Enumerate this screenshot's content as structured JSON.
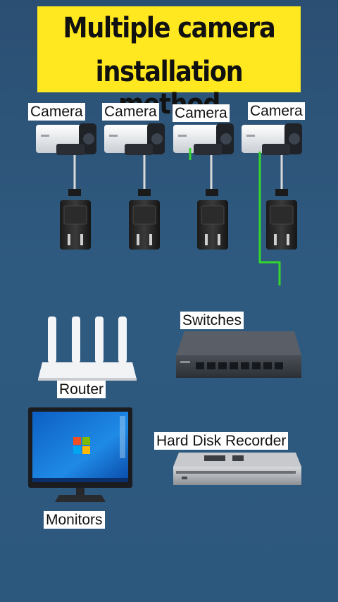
{
  "title": {
    "line1": "Multiple camera",
    "line2": "installation method"
  },
  "labels": {
    "camera_1": "Camera",
    "camera_2": "Camera",
    "camera_3": "Camera",
    "camera_4": "Camera",
    "switches": "Switches",
    "router": "Router",
    "hard_disk_recorder": "Hard Disk Recorder",
    "monitors": "Monitors"
  },
  "colors": {
    "title_background": "#ffe81f",
    "cable_green": "#34d62e",
    "background": "#2f5a80"
  }
}
